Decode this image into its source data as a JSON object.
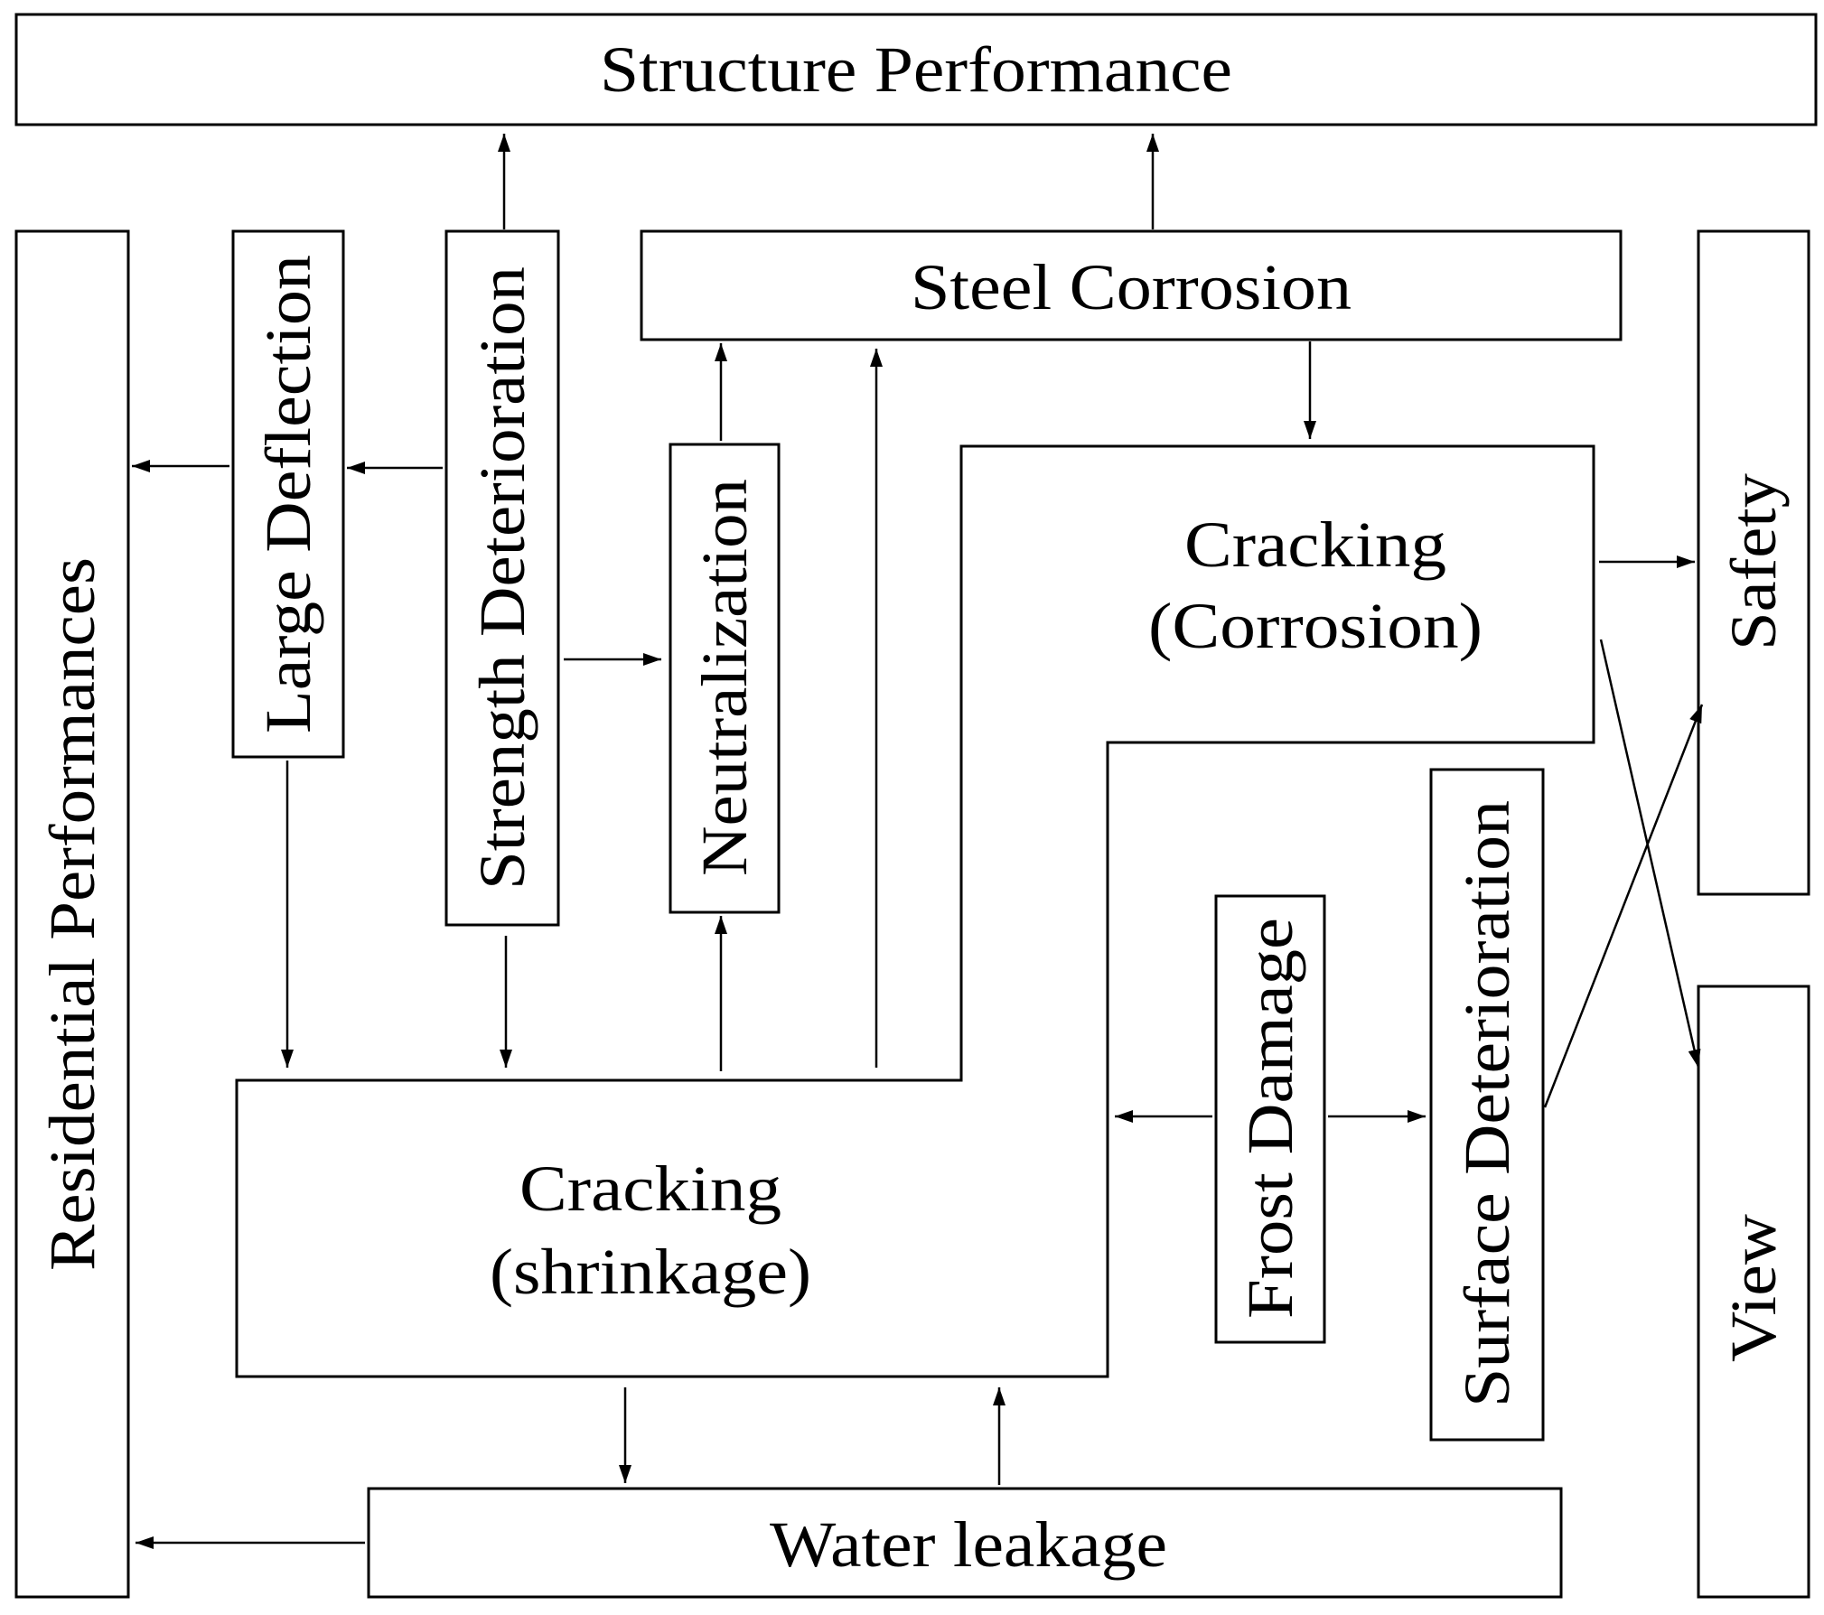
{
  "nodes": {
    "structure_performance": "Structure Performance",
    "residential_performances": "Residential Performances",
    "large_deflection": "Large Deflection",
    "strength_deterioration": "Strength Deterioration",
    "steel_corrosion": "Steel Corrosion",
    "neutralization": "Neutralization",
    "cracking_corrosion_line1": "Cracking",
    "cracking_corrosion_line2": "(Corrosion)",
    "safety": "Safety",
    "view": "View",
    "frost_damage": "Frost Damage",
    "surface_deterioration": "Surface Deterioration",
    "cracking_shrinkage_line1": "Cracking",
    "cracking_shrinkage_line2": "(shrinkage)",
    "water_leakage": "Water leakage"
  },
  "colors": {
    "stroke": "#000000",
    "fill": "#ffffff"
  }
}
